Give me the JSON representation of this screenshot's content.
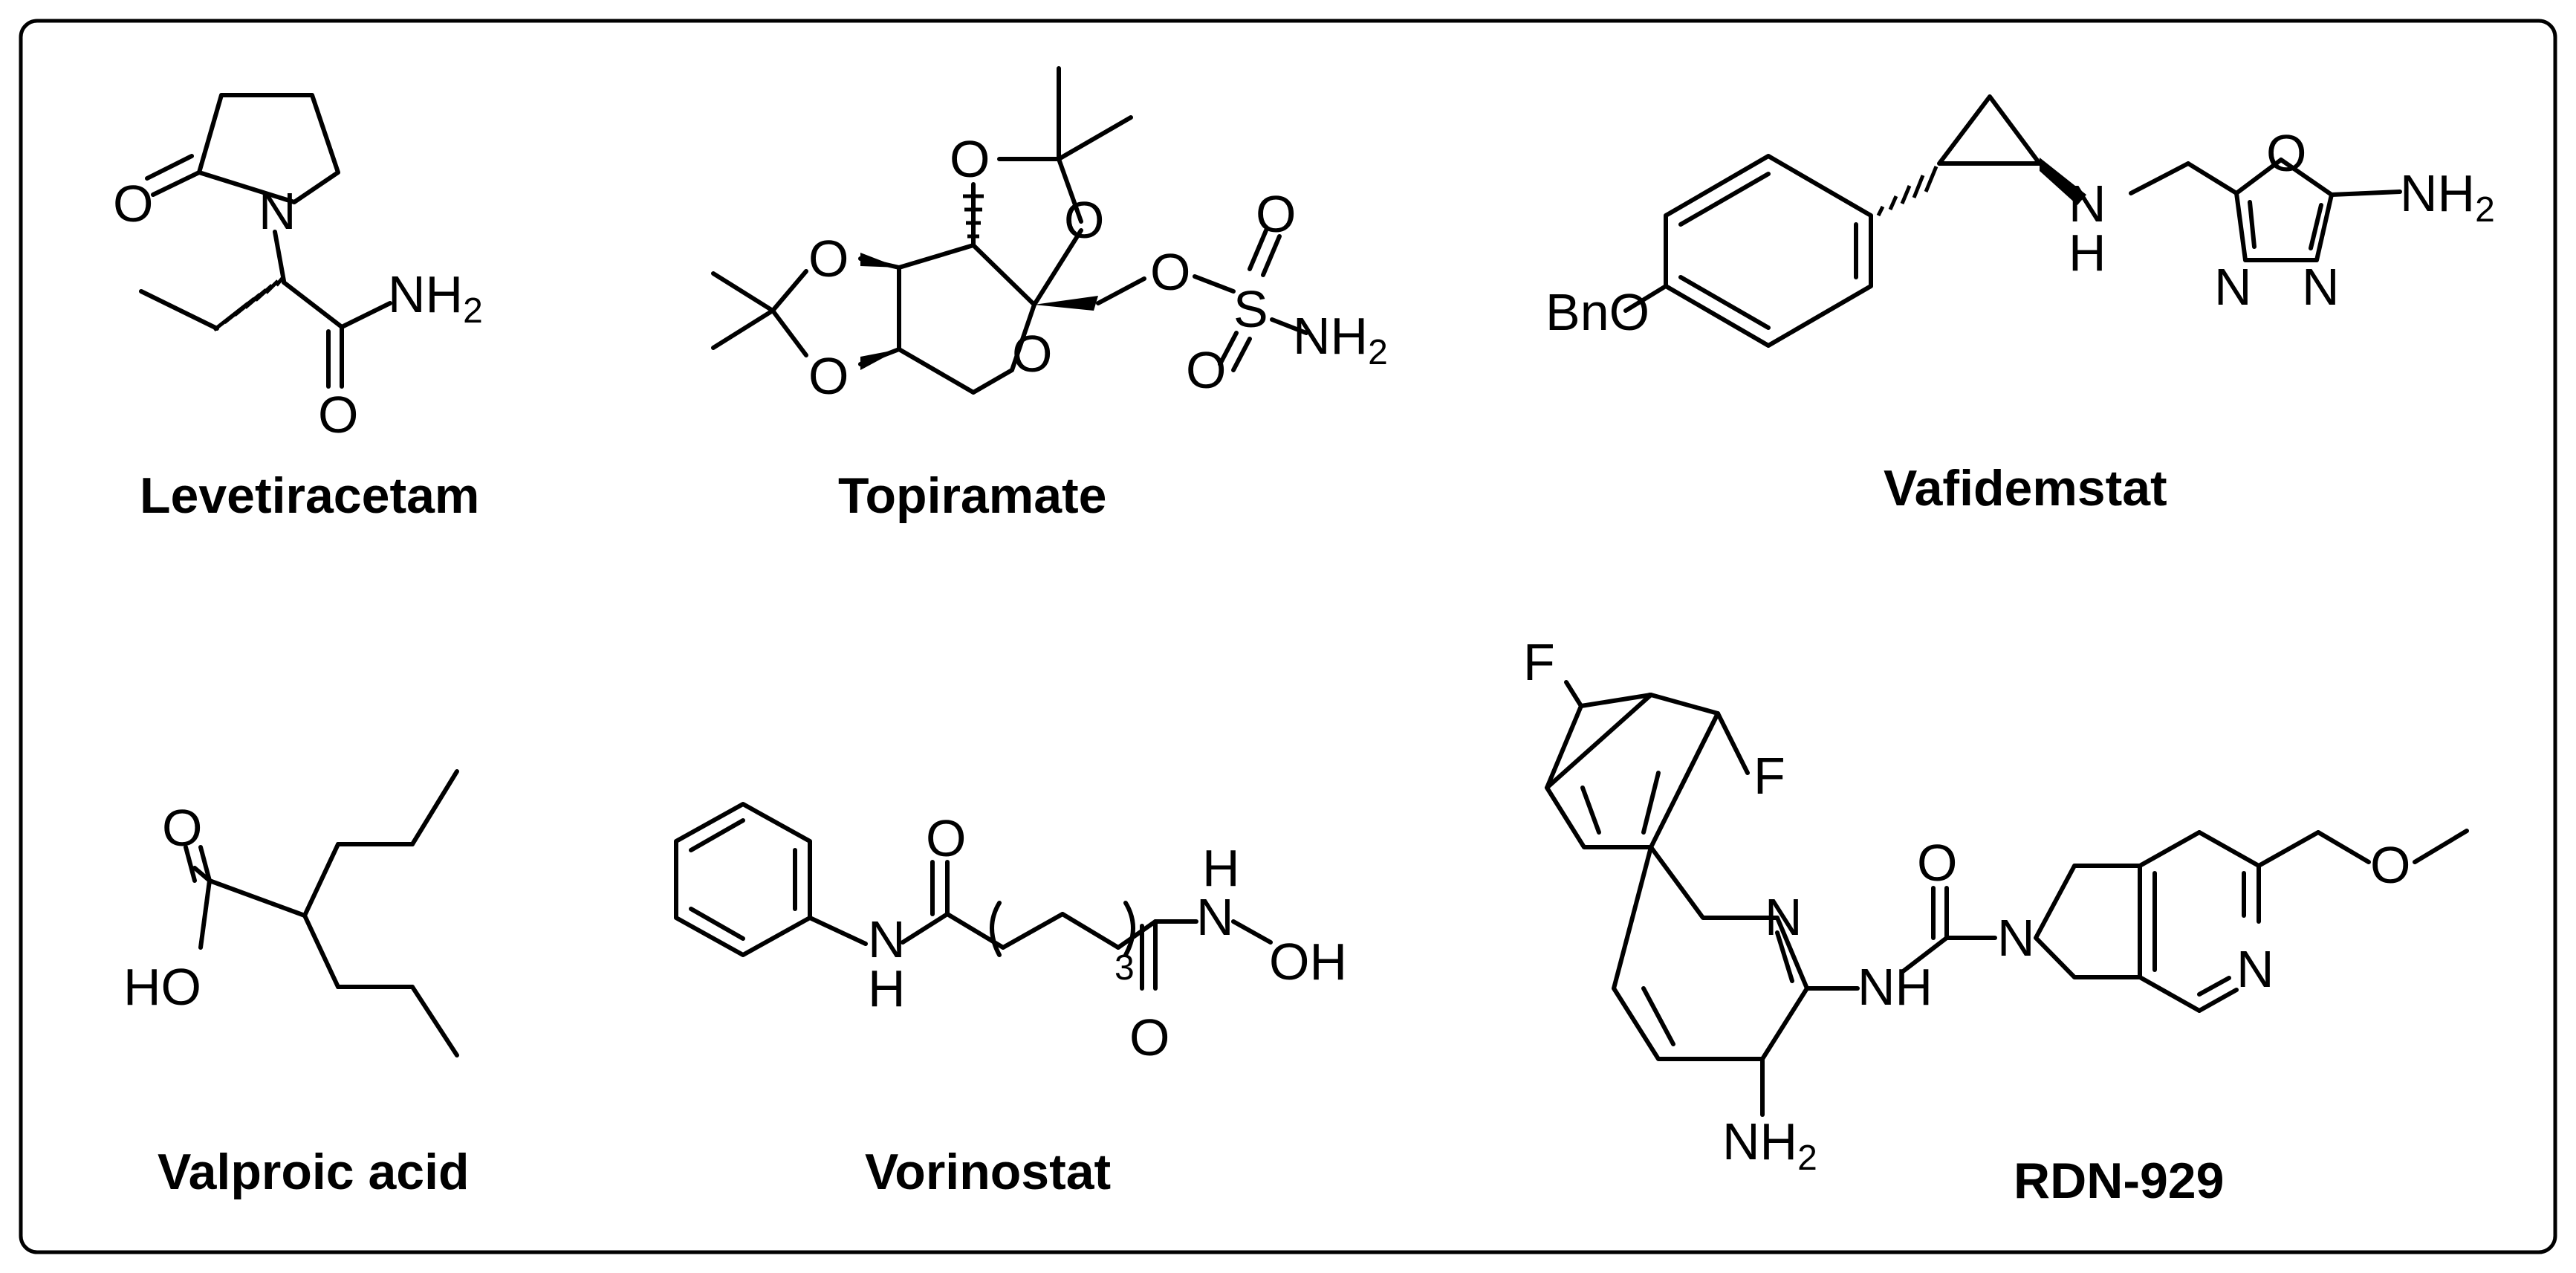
{
  "figure": {
    "compounds": [
      {
        "name": "Levetiracetam"
      },
      {
        "name": "Topiramate"
      },
      {
        "name": "Vafidemstat"
      },
      {
        "name": "Valproic acid"
      },
      {
        "name": "Vorinostat"
      },
      {
        "name": "RDN-929"
      }
    ],
    "atoms": {
      "O": "O",
      "N": "N",
      "S": "S",
      "F": "F",
      "H": "H",
      "NH": "NH",
      "NH2_main": "NH",
      "NH2_sub": "2",
      "HO": "HO",
      "OH": "OH",
      "BnO": "BnO",
      "repeat_sub": "3"
    }
  }
}
